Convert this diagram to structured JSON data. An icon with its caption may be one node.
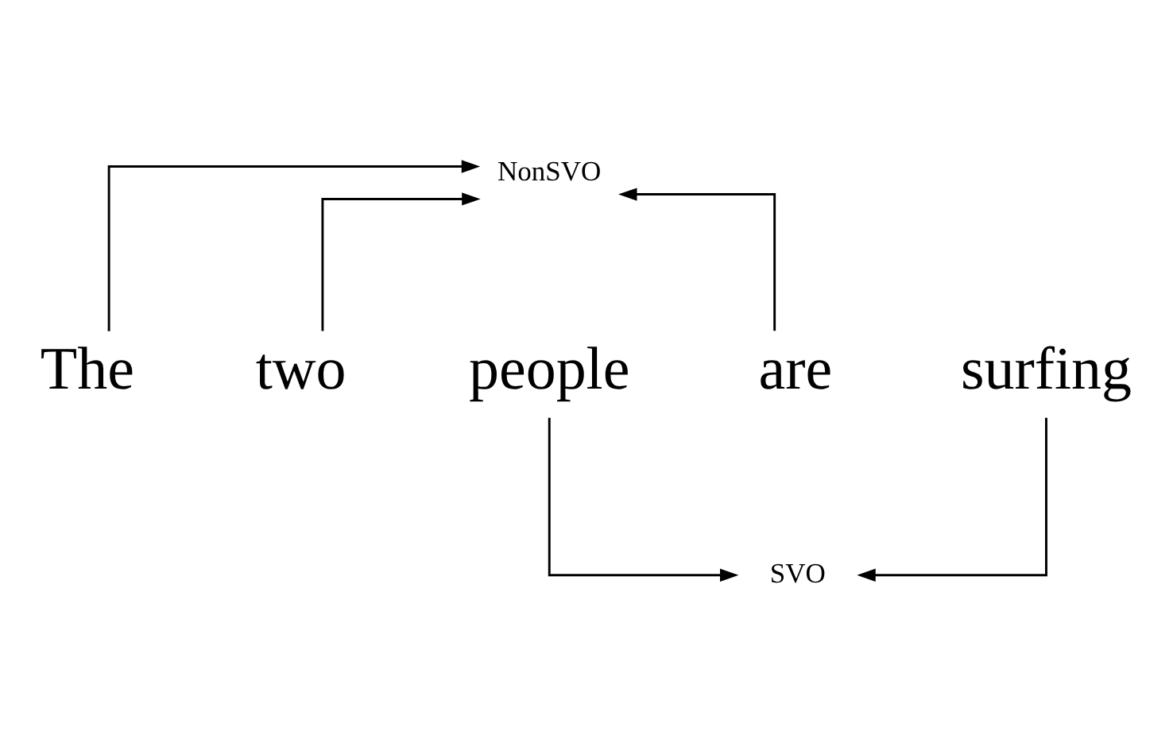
{
  "diagram": {
    "nodes": [
      {
        "text": [
          "NonSVO"
        ]
      },
      {
        "text": [
          "The"
        ]
      },
      {
        "text": [
          "two"
        ]
      },
      {
        "text": [
          "people"
        ]
      },
      {
        "text": [
          "are"
        ]
      },
      {
        "text": [
          "surfing"
        ]
      },
      {
        "text": [
          "SVO"
        ]
      }
    ],
    "edges": [
      {
        "from": 1,
        "to": 0,
        "arrow": "to"
      },
      {
        "from": 2,
        "to": 0,
        "arrow": "to"
      },
      {
        "from": 4,
        "to": 0,
        "arrow": "to"
      },
      {
        "from": 3,
        "to": 6,
        "arrow": "to"
      },
      {
        "from": 5,
        "to": 6,
        "arrow": "to"
      }
    ]
  }
}
